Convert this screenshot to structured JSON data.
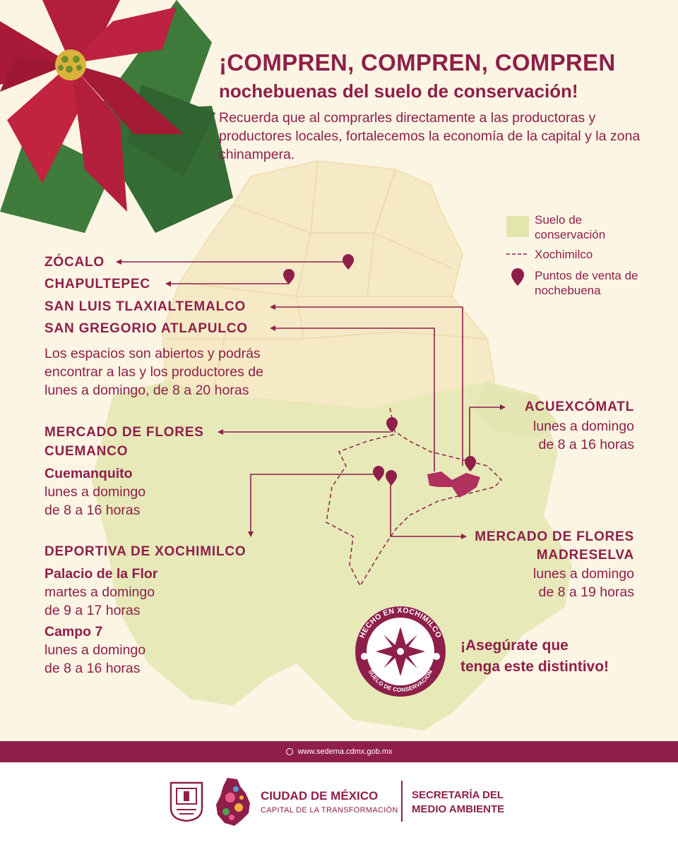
{
  "header": {
    "title_line1": "¡COMPREN, COMPREN, COMPREN",
    "title_line2": "nochebuenas del suelo de conservación!",
    "intro": "Recuerda que al comprarles directamente a las productoras y productores locales, fortalecemos la economía de la capital y la zona chinampera."
  },
  "legend": {
    "conservation": "Suelo de conservación",
    "xochimilco": "Xochimilco",
    "points": "Puntos de venta de nochebuena"
  },
  "places": {
    "zocalo": "ZÓCALO",
    "chapultepec": "CHAPULTEPEC",
    "tlaxialtemalco": "SAN LUIS TLAXIALTEMALCO",
    "atlapulco": "SAN GREGORIO ATLAPULCO",
    "open_note": "Los espacios son abiertos y podrás encontrar a las y los productores de lunes a domingo, de 8 a 20 horas",
    "cuemanco_title_1": "MERCADO DE FLORES",
    "cuemanco_title_2": "CUEMANCO",
    "cuemanquito": "Cuemanquito",
    "cuemanquito_days": "lunes a domingo",
    "cuemanquito_hours": "de 8 a 16 horas",
    "deportiva": "DEPORTIVA DE XOCHIMILCO",
    "palacio": "Palacio de la Flor",
    "palacio_days": "martes a domingo",
    "palacio_hours": "de 9 a 17 horas",
    "campo": "Campo 7",
    "campo_days": "lunes a domingo",
    "campo_hours": "de 8 a 16 horas",
    "acuexcomatl": "ACUEXCÓMATL",
    "acuex_days": "lunes a domingo",
    "acuex_hours": "de 8 a 16 horas",
    "madreselva_1": "MERCADO DE FLORES",
    "madreselva_2": "MADRESELVA",
    "madreselva_days": "lunes a domingo",
    "madreselva_hours": "de 8 a 19 horas"
  },
  "badge": {
    "top_text": "HECHO EN XOCHIMILCO",
    "bottom_text": "SUELO DE CONSERVACIÓN",
    "note_line1": "¡Asegúrate que",
    "note_line2": "tenga este distintivo!"
  },
  "footer": {
    "url": "www.sedema.cdmx.gob.mx",
    "city": "CIUDAD DE MÉXICO",
    "city_sub": "CAPITAL DE LA TRANSFORMACIÓN",
    "secretaria_1": "SECRETARÍA DEL",
    "secretaria_2": "MEDIO AMBIENTE"
  },
  "colors": {
    "brand": "#8e1f4a",
    "background": "#fcf5e3",
    "conservation": "#e6e8b8",
    "urban": "#f7eccb"
  }
}
